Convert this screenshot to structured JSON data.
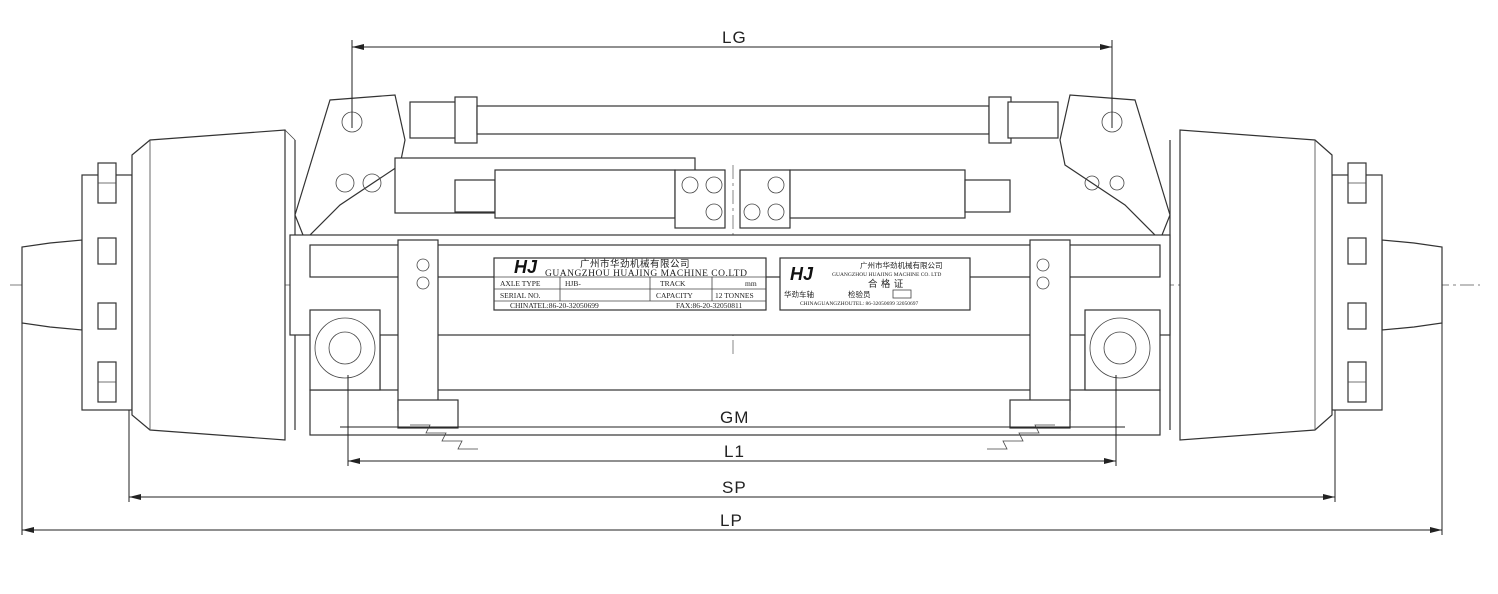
{
  "dimensions": {
    "lg": "LG",
    "gm": "GM",
    "l1": "L1",
    "sp": "SP",
    "lp": "LP"
  },
  "nameplate_left": {
    "logo": "HJ",
    "company_cn": "广州市华劲机械有限公司",
    "company_en": "GUANGZHOU HUAJING MACHINE CO.LTD",
    "axle_type_label": "AXLE TYPE",
    "axle_type_value": "HJB-",
    "track_label": "TRACK",
    "track_unit": "mm",
    "serial_label": "SERIAL NO.",
    "capacity_label": "CAPACITY",
    "capacity_value": "12 TONNES",
    "tel": "CHINATEL:86-20-32050699",
    "fax": "FAX:86-20-32050811"
  },
  "nameplate_right": {
    "logo": "HJ",
    "company_cn": "广州市华劲机械有限公司",
    "company_en": "GUANGZHOU HUAJING MACHINE CO. LTD",
    "cert_title": "合 格 证",
    "brand_cn": "华劲车轴",
    "inspector": "检验员",
    "footer": "CHINAGUANGZHOUTEL: 86-32050699 32050697"
  }
}
